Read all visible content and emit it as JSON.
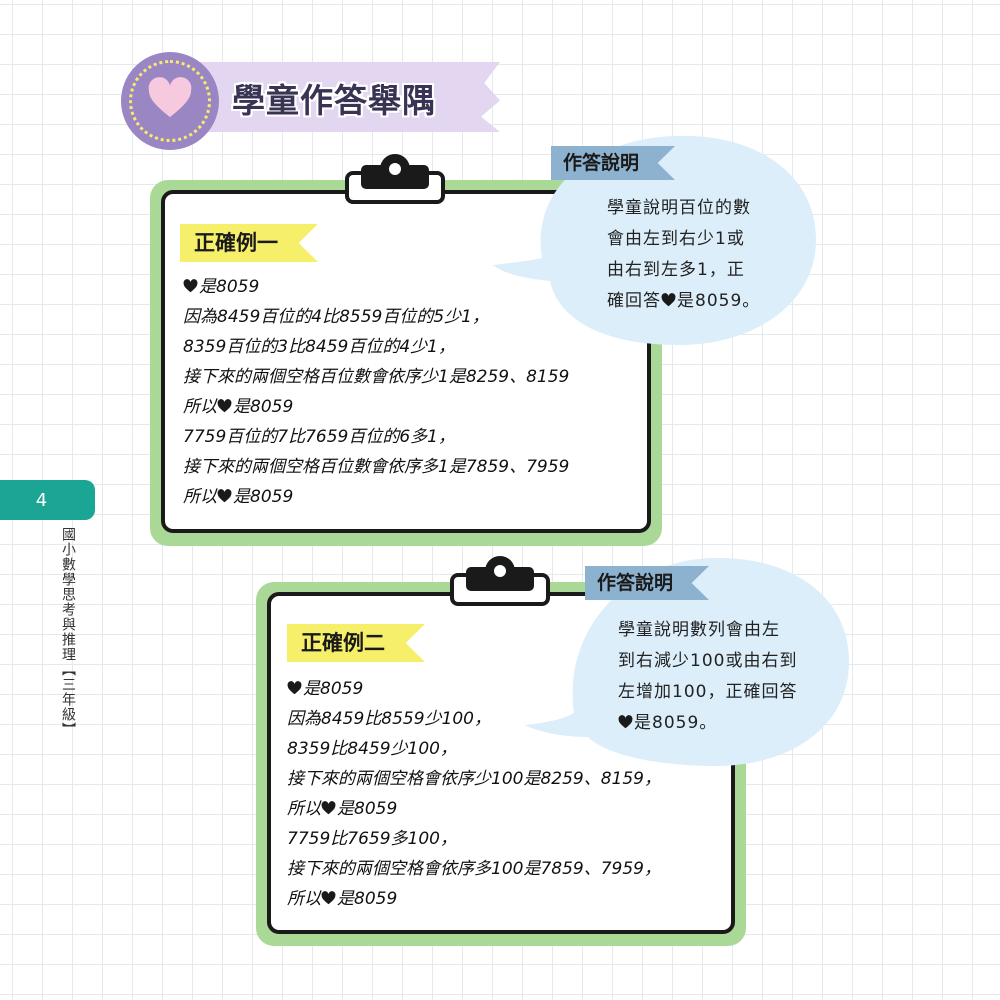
{
  "header": {
    "title": "學童作答舉隅",
    "icon": "heart-icon",
    "colors": {
      "circle": "#9b86c4",
      "ribbon": "#e2d6f0",
      "dots": "#f7ec6c"
    }
  },
  "sidebar": {
    "page_number": "4",
    "book_title": "國小數學思考與推理【三年級】",
    "tab_color": "#1aa594"
  },
  "example1": {
    "label": "正確例一",
    "lines": [
      {
        "heart": true,
        "text": "是8059"
      },
      {
        "heart": false,
        "text": "因為8459百位的4比8559百位的5少1，"
      },
      {
        "heart": false,
        "text": "8359百位的3比8459百位的4少1，"
      },
      {
        "heart": false,
        "text": "接下來的兩個空格百位數會依序少1是8259、8159"
      },
      {
        "heart": true,
        "prefix": "所以",
        "text": "是8059"
      },
      {
        "heart": false,
        "text": "7759百位的7比7659百位的6多1，"
      },
      {
        "heart": false,
        "text": "接下來的兩個空格百位數會依序多1是7859、7959"
      },
      {
        "heart": true,
        "prefix": "所以",
        "text": "是8059"
      }
    ],
    "note": {
      "label": "作答說明",
      "lines": [
        {
          "text": "學童說明百位的數"
        },
        {
          "text": "會由左到右少1或"
        },
        {
          "text": "由右到左多1，正"
        },
        {
          "prefix": "確回答",
          "heart": true,
          "text": "是8059。"
        }
      ]
    }
  },
  "example2": {
    "label": "正確例二",
    "lines": [
      {
        "heart": true,
        "text": "是8059"
      },
      {
        "heart": false,
        "text": "因為8459比8559少100，"
      },
      {
        "heart": false,
        "text": "8359比8459少100，"
      },
      {
        "heart": false,
        "text": "接下來的兩個空格會依序少100是8259、8159，"
      },
      {
        "heart": true,
        "prefix": "所以",
        "text": "是8059"
      },
      {
        "heart": false,
        "text": "7759比7659多100，"
      },
      {
        "heart": false,
        "text": "接下來的兩個空格會依序多100是7859、7959，"
      },
      {
        "heart": true,
        "prefix": "所以",
        "text": "是8059"
      }
    ],
    "note": {
      "label": "作答說明",
      "lines": [
        {
          "text": "學童說明數列會由左"
        },
        {
          "text": "到右減少100或由右到"
        },
        {
          "text": "左增加100，正確回答"
        },
        {
          "heart": true,
          "text": "是8059。"
        }
      ]
    }
  },
  "colors": {
    "board_frame": "#a9d897",
    "bubble": "#dbeef9",
    "note_tag": "#8db2cf",
    "example_tag": "#f6ef6a"
  }
}
